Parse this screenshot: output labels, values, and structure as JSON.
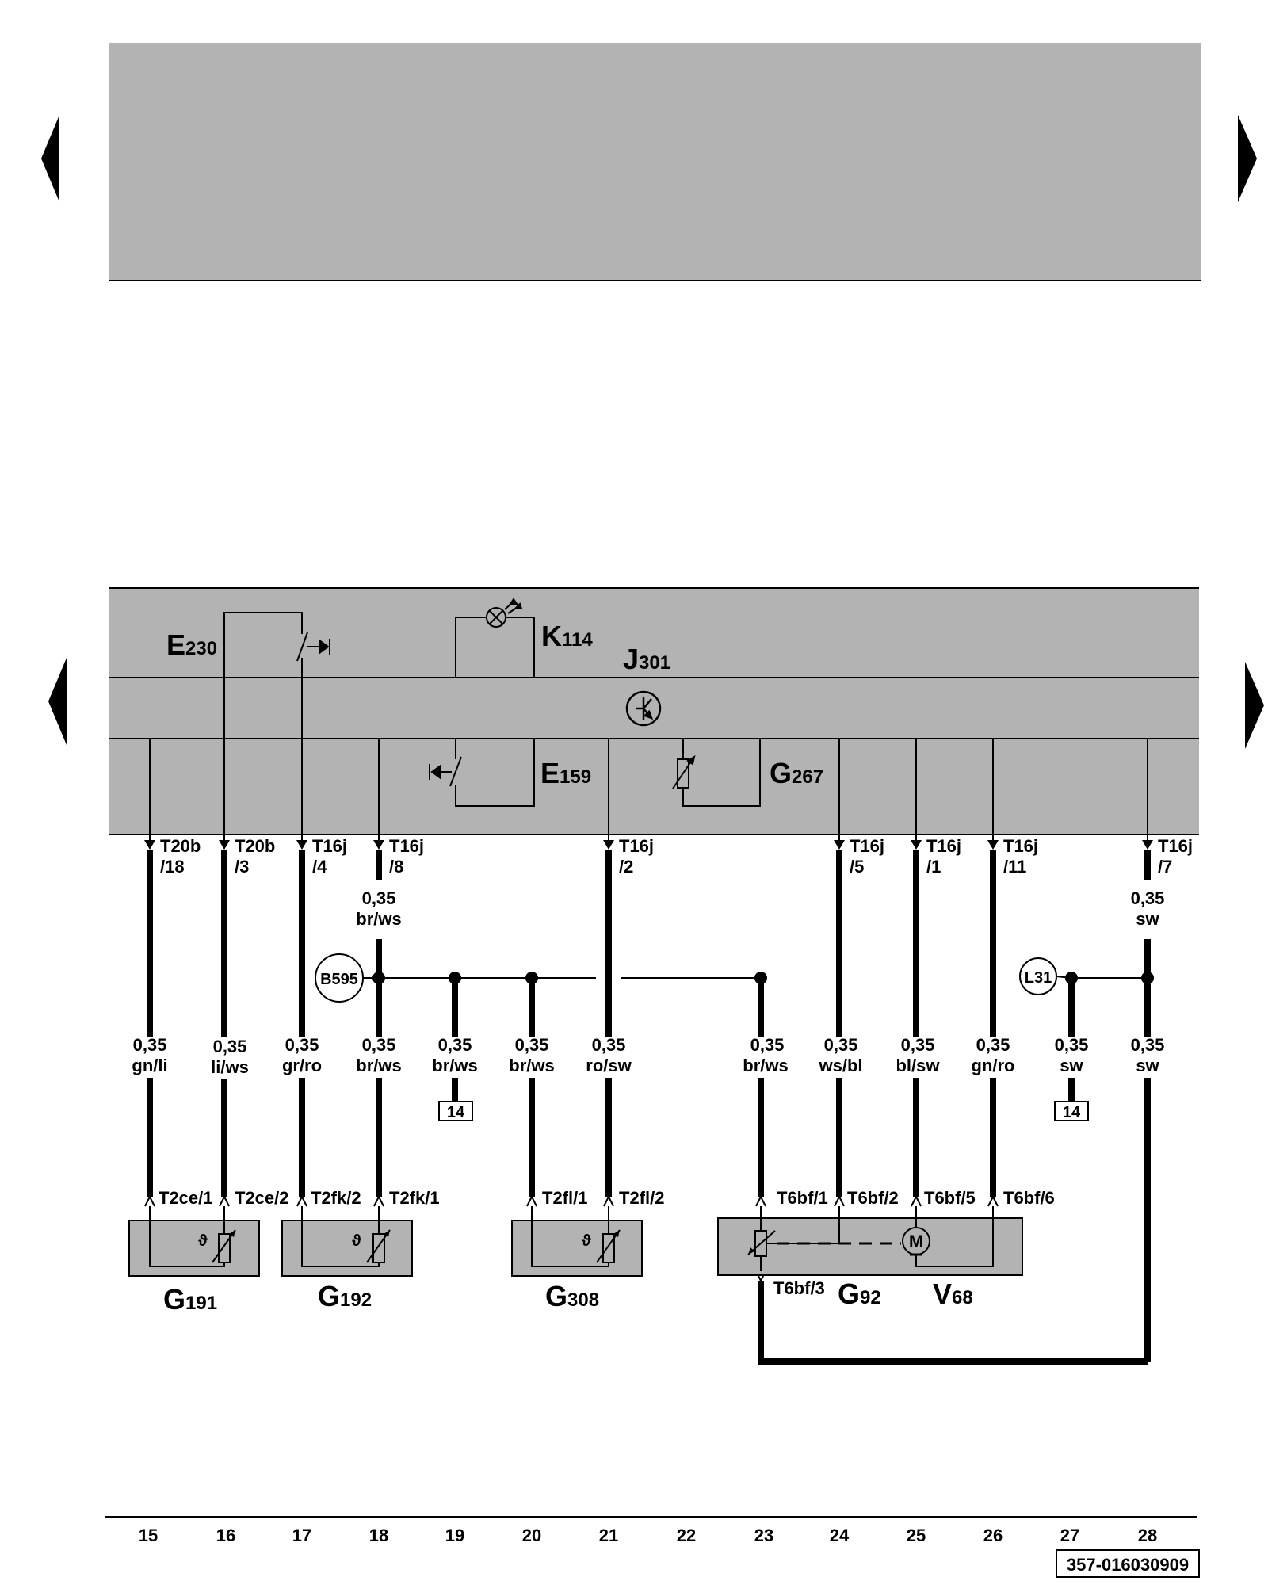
{
  "nav": {
    "top_prev_label": "",
    "top_next_label": "",
    "mid_prev_label": "",
    "mid_next_label": ""
  },
  "components": {
    "E230": {
      "letter": "E",
      "num": "230"
    },
    "K114": {
      "letter": "K",
      "num": "114"
    },
    "J301": {
      "letter": "J",
      "num": "301"
    },
    "E159": {
      "letter": "E",
      "num": "159"
    },
    "G267": {
      "letter": "G",
      "num": "267"
    },
    "G191": {
      "letter": "G",
      "num": "191"
    },
    "G192": {
      "letter": "G",
      "num": "192"
    },
    "G308": {
      "letter": "G",
      "num": "308"
    },
    "G92": {
      "letter": "G",
      "num": "92"
    },
    "V68": {
      "letter": "V",
      "num": "68"
    }
  },
  "connectors_top": [
    {
      "l1": "T20b",
      "l2": "/18"
    },
    {
      "l1": "T20b",
      "l2": "/3"
    },
    {
      "l1": "T16j",
      "l2": "/4"
    },
    {
      "l1": "T16j",
      "l2": "/8"
    },
    {
      "l1": "T16j",
      "l2": "/2"
    },
    {
      "l1": "T16j",
      "l2": "/5"
    },
    {
      "l1": "T16j",
      "l2": "/1"
    },
    {
      "l1": "T16j",
      "l2": "/11"
    },
    {
      "l1": "T16j",
      "l2": "/7"
    }
  ],
  "upper_wires": [
    {
      "size": "0,35",
      "color": "br/ws"
    },
    {
      "size": "0,35",
      "color": "sw"
    }
  ],
  "junctions": {
    "b595": "B595",
    "l31": "L31"
  },
  "lower_wires": [
    {
      "size": "0,35",
      "color": "gn/li"
    },
    {
      "size": "0,35",
      "color": "li/ws"
    },
    {
      "size": "0,35",
      "color": "gr/ro"
    },
    {
      "size": "0,35",
      "color": "br/ws"
    },
    {
      "size": "0,35",
      "color": "br/ws"
    },
    {
      "size": "0,35",
      "color": "br/ws"
    },
    {
      "size": "0,35",
      "color": "ro/sw"
    },
    {
      "size": "0,35",
      "color": "br/ws"
    },
    {
      "size": "0,35",
      "color": "ws/bl"
    },
    {
      "size": "0,35",
      "color": "bl/sw"
    },
    {
      "size": "0,35",
      "color": "gn/ro"
    },
    {
      "size": "0,35",
      "color": "sw"
    },
    {
      "size": "0,35",
      "color": "sw"
    }
  ],
  "refs": {
    "ref19": "14",
    "ref27": "14"
  },
  "pins_bottom": [
    "T2ce/1",
    "T2ce/2",
    "T2fk/2",
    "T2fk/1",
    "T2fl/1",
    "T2fl/2",
    "T6bf/1",
    "T6bf/2",
    "T6bf/5",
    "T6bf/6",
    "T6bf/3"
  ],
  "columns": [
    "15",
    "16",
    "17",
    "18",
    "19",
    "20",
    "21",
    "22",
    "23",
    "24",
    "25",
    "26",
    "27",
    "28"
  ],
  "diagram_id": "357-016030909"
}
